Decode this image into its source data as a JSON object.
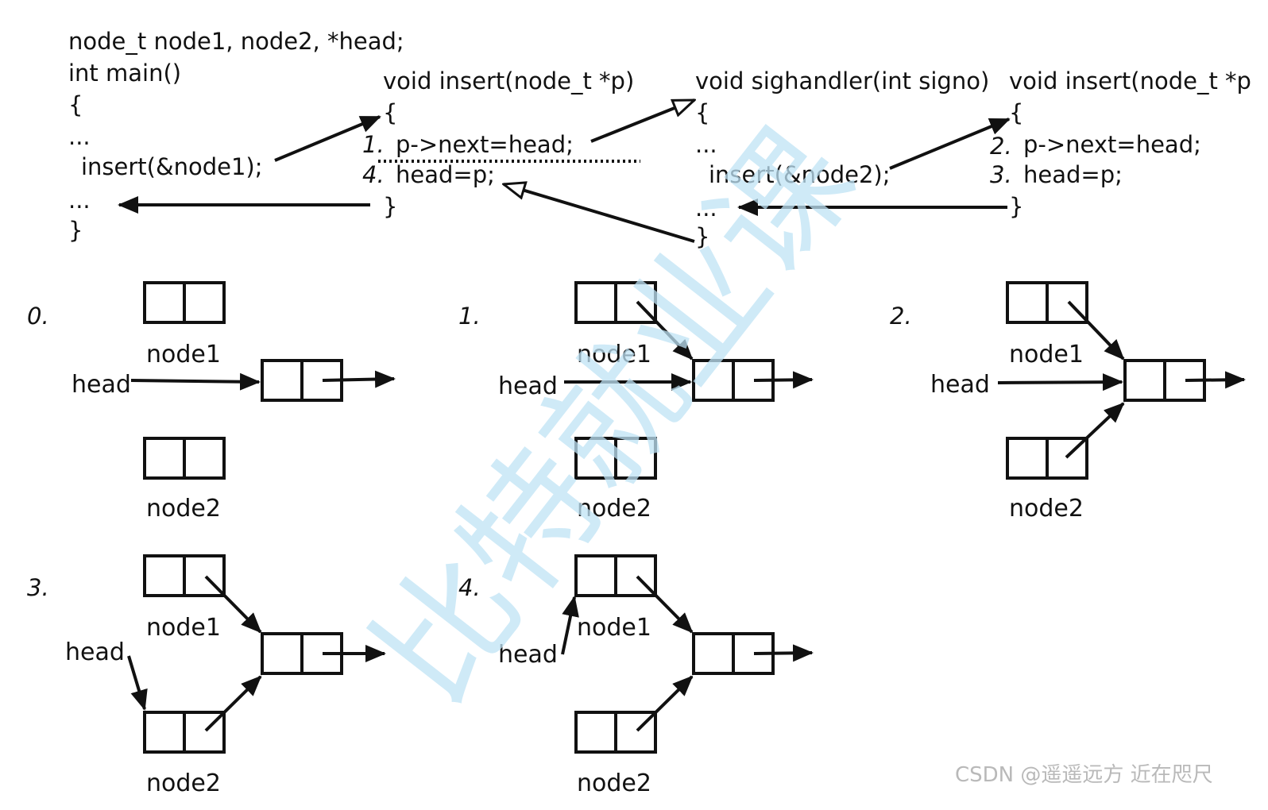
{
  "code": {
    "main": [
      "node_t node1, node2, *head;",
      "int main()",
      "{",
      "...",
      "insert(&node1);",
      "...",
      "}"
    ],
    "insert_a": [
      "void insert(node_t *p)",
      "{",
      "p->next=head;",
      "head=p;",
      "}"
    ],
    "insert_a_steps": [
      "1.",
      "4."
    ],
    "handler": [
      "void sighandler(int signo)",
      "{",
      "...",
      "insert(&node2);",
      "...",
      "}"
    ],
    "insert_b": [
      "void insert(node_t *p",
      "{",
      "p->next=head;",
      "head=p;",
      "}"
    ],
    "insert_b_steps": [
      "2.",
      "3."
    ]
  },
  "labels": {
    "node1": "node1",
    "node2": "node2",
    "head": "head"
  },
  "stages": [
    "0.",
    "1.",
    "2.",
    "3.",
    "4."
  ],
  "watermark": "比特就业课",
  "credit": "CSDN @遥遥远方 近在咫尺"
}
